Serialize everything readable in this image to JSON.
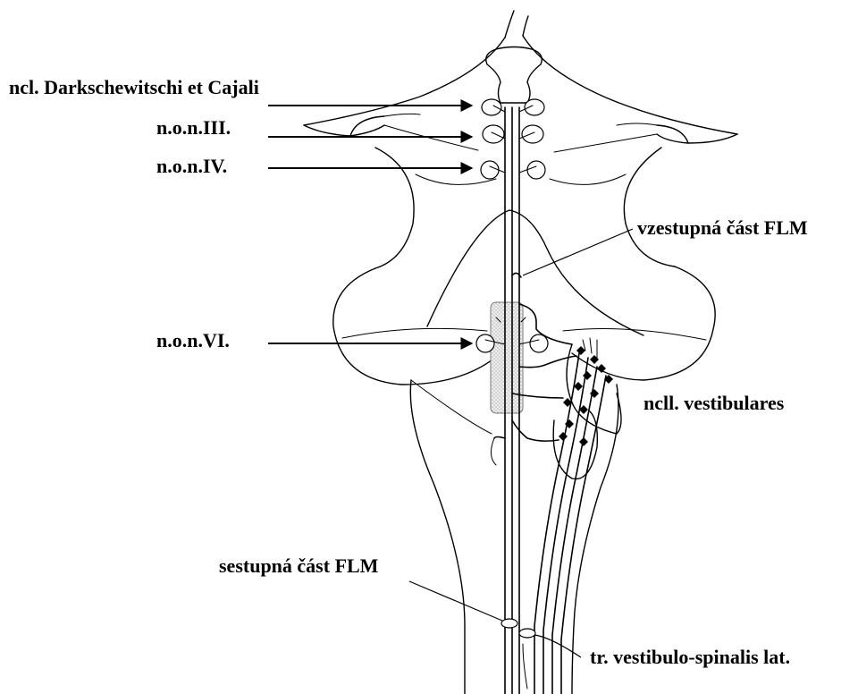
{
  "labels": {
    "darkschewitsch": "ncl. Darkschewitschi et Cajali",
    "nonIII": "n.o.n.III.",
    "nonIV": "n.o.n.IV.",
    "vzestupna": "vzestupná část FLM",
    "nonVI": "n.o.n.VI.",
    "vestibulares": "ncll. vestibulares",
    "sestupna": "sestupná část FLM",
    "vestibulospinalis": "tr. vestibulo-spinalis lat."
  },
  "colors": {
    "line": "#000000",
    "background": "#ffffff",
    "abducens_box": "#e6e6e6"
  }
}
